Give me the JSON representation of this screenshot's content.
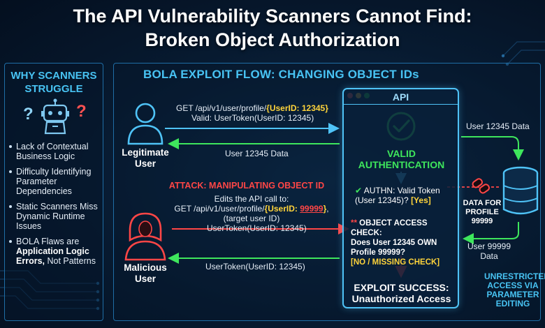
{
  "title": {
    "line1": "The API Vulnerability Scanners Cannot Find:",
    "line2": "Broken Object Authorization"
  },
  "left_panel": {
    "title_line1": "WHY SCANNERS",
    "title_line2": "STRUGGLE",
    "icon": "confused-robot-icon",
    "bullets": [
      {
        "text": "Lack of Contextual Business Logic"
      },
      {
        "text": "Difficulty Identifying Parameter Dependencies"
      },
      {
        "text": "Static Scanners Miss Dynamic Runtime Issues"
      },
      {
        "pre": "BOLA Flaws are ",
        "bold": "Application Logic Errors,",
        "post": " Not Patterns"
      }
    ]
  },
  "main": {
    "title": "BOLA EXPLOIT FLOW: CHANGING OBJECT IDs",
    "legit_user": {
      "label_line1": "Legitimate",
      "label_line2": "User",
      "icon": "user-icon",
      "request_pre": "GET /api/v1/user/profile/",
      "request_id": "{UserID: 12345}",
      "request_line2": "Valid: UserToken(UserID: 12345)",
      "response": "User 12345 Data"
    },
    "attack": {
      "title": "ATTACK: MANIPULATING OBJECT ID",
      "line1": "Edits the API call to:",
      "request_pre": "GET /api/v1/user/profile/",
      "request_id_open": "{UserID: ",
      "request_id_value": "99999",
      "request_id_close": "}",
      "request_suffix": ",",
      "line3": "(target user ID)",
      "token": "UserToken(UserID: 12345)"
    },
    "malicious_user": {
      "label_line1": "Malicious",
      "label_line2": "User",
      "icon": "hooded-attacker-icon",
      "response": "UserToken(UserID: 12345)"
    },
    "api": {
      "label": "API",
      "check_icon": "checkmark-circle-icon",
      "valid_auth_line1": "VALID",
      "valid_auth_line2": "AUTHENTICATION",
      "authn_check": "✔",
      "authn_line1": "AUTHN: Valid Token",
      "authn_line2": "(User 12345)?",
      "authn_result": "[Yes]",
      "obj_check_marker": "**",
      "obj_check_line1": "OBJECT ACCESS CHECK:",
      "obj_check_line2": "Does User 12345 OWN",
      "obj_check_line3": "Profile 99999?",
      "obj_check_result": "[NO / MISSING CHECK]",
      "exploit_line1": "EXPLOIT SUCCESS:",
      "exploit_line2": "Unauthorized Access"
    },
    "database": {
      "icon": "database-icon",
      "broken_link_icon": "broken-link-icon",
      "data_top": "User 12345 Data",
      "profile_line1": "DATA FOR",
      "profile_line2": "PROFILE",
      "profile_line3": "99999",
      "data_bottom_line1": "User 99999",
      "data_bottom_line2": "Data"
    },
    "unrestricted": {
      "line1": "UNRESTRICTED",
      "line2": "ACCESS VIA",
      "line3": "PARAMETER",
      "line4": "EDITING"
    }
  },
  "colors": {
    "accent": "#48c3f3",
    "legit": "#4fc3f7",
    "valid": "#3ee65c",
    "attack": "#ff4646",
    "highlight": "#ffd43b"
  }
}
